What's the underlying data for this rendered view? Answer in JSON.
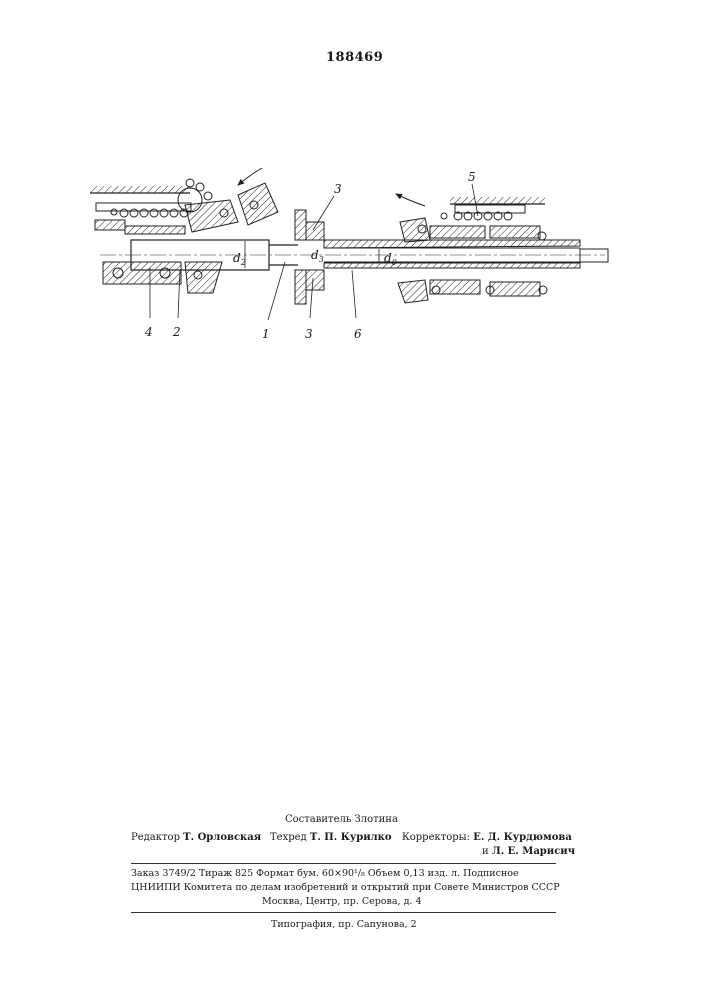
{
  "patent_number": "188469",
  "figure": {
    "part_labels": {
      "p1": "1",
      "p2": "2",
      "p3_top": "3",
      "p3_bottom": "3",
      "p4": "4",
      "p5": "5",
      "p6": "6"
    },
    "dimension_labels": {
      "d2": "d",
      "d2_sub": "2",
      "d3": "d",
      "d3_sub": "3",
      "d0": "d",
      "d0_sub": "0"
    }
  },
  "credits": {
    "compiler": "Составитель Злотина",
    "editor_label": "Редактор",
    "editor_name": "Т. Орловская",
    "techred_label": "Техред",
    "techred_name": "Т. П. Курилко",
    "correctors_label": "Корректоры:",
    "corrector_1": "Е. Д. Курдюмова",
    "corrector_2_prefix": "и",
    "corrector_2": "Л. Е. Марисич"
  },
  "imprint": {
    "line1": "Заказ 3749/2    Тираж 825    Формат бум. 60×90¹/₈    Объем 0,13 изд. л.    Подписное",
    "line2": "ЦНИИПИ Комитета по делам изобретений и открытий при Совете Министров СССР",
    "line3": "Москва, Центр, пр. Серова, д. 4",
    "printer": "Типография, пр. Сапунова, 2"
  }
}
